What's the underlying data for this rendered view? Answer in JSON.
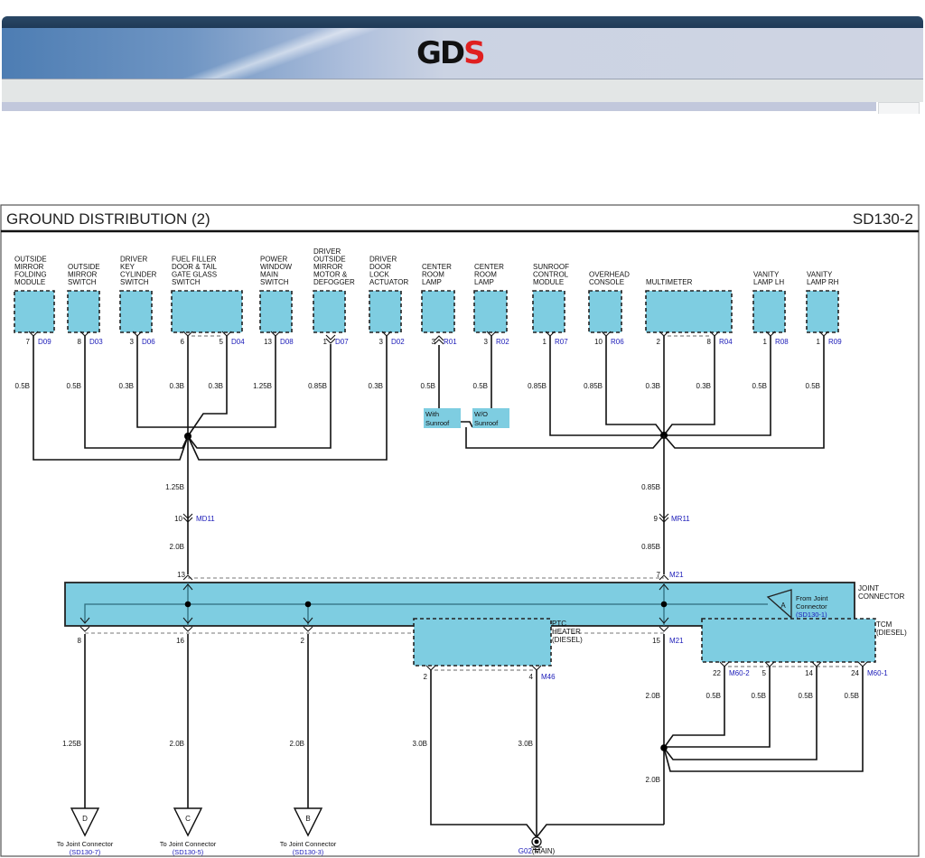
{
  "app": {
    "logo_text": "GD",
    "logo_accent": "S"
  },
  "diagram": {
    "title": "GROUND DISTRIBUTION (2)",
    "code": "SD130-2",
    "colors": {
      "component_fill": "#7ecde1",
      "connector_text": "#1a1ab8",
      "wire": "#111111"
    },
    "components": [
      {
        "id": "d09",
        "name": [
          "OUTSIDE",
          "MIRROR",
          "FOLDING",
          "MODULE"
        ],
        "pins": [
          "7"
        ],
        "connector": "D09",
        "wires": [
          "0.5B"
        ]
      },
      {
        "id": "d03",
        "name": [
          "OUTSIDE",
          "MIRROR",
          "SWITCH"
        ],
        "pins": [
          "8"
        ],
        "connector": "D03",
        "wires": [
          "0.5B"
        ]
      },
      {
        "id": "d06",
        "name": [
          "DRIVER",
          "KEY",
          "CYLINDER",
          "SWITCH"
        ],
        "pins": [
          "3"
        ],
        "connector": "D06",
        "wires": [
          "0.3B"
        ]
      },
      {
        "id": "d04",
        "name": [
          "FUEL FILLER",
          "DOOR & TAIL",
          "GATE GLASS",
          "SWITCH"
        ],
        "pins": [
          "6",
          "5"
        ],
        "connector": "D04",
        "wires": [
          "0.3B",
          "0.3B"
        ]
      },
      {
        "id": "d08",
        "name": [
          "POWER",
          "WINDOW",
          "MAIN",
          "SWITCH"
        ],
        "pins": [
          "13"
        ],
        "connector": "D08",
        "wires": [
          "1.25B"
        ]
      },
      {
        "id": "d07",
        "name": [
          "DRIVER",
          "OUTSIDE",
          "MIRROR",
          "MOTOR &",
          "DEFOGGER"
        ],
        "pins": [
          "1"
        ],
        "connector": "D07",
        "wires": [
          "0.85B"
        ]
      },
      {
        "id": "d02",
        "name": [
          "DRIVER",
          "DOOR",
          "LOCK",
          "ACTUATOR"
        ],
        "pins": [
          "3"
        ],
        "connector": "D02",
        "wires": [
          "0.3B"
        ]
      },
      {
        "id": "r01",
        "name": [
          "CENTER",
          "ROOM",
          "LAMP"
        ],
        "pins": [
          "3"
        ],
        "connector": "R01",
        "wires": [
          "0.5B"
        ]
      },
      {
        "id": "r02",
        "name": [
          "CENTER",
          "ROOM",
          "LAMP"
        ],
        "pins": [
          "3"
        ],
        "connector": "R02",
        "wires": [
          "0.5B"
        ]
      },
      {
        "id": "r07",
        "name": [
          "SUNROOF",
          "CONTROL",
          "MODULE"
        ],
        "pins": [
          "1"
        ],
        "connector": "R07",
        "wires": [
          "0.85B"
        ]
      },
      {
        "id": "r06",
        "name": [
          "OVERHEAD",
          "CONSOLE"
        ],
        "pins": [
          "10"
        ],
        "connector": "R06",
        "wires": [
          "0.85B"
        ]
      },
      {
        "id": "r04",
        "name": [
          "MULTIMETER"
        ],
        "pins": [
          "2",
          "8"
        ],
        "connector": "R04",
        "wires": [
          "0.3B",
          "0.3B"
        ]
      },
      {
        "id": "r08",
        "name": [
          "VANITY",
          "LAMP LH"
        ],
        "pins": [
          "1"
        ],
        "connector": "R08",
        "wires": [
          "0.5B"
        ]
      },
      {
        "id": "r09",
        "name": [
          "VANITY",
          "LAMP RH"
        ],
        "pins": [
          "1"
        ],
        "connector": "R09",
        "wires": [
          "0.5B"
        ]
      }
    ],
    "options": {
      "with_sunroof": [
        "With",
        "Sunroof"
      ],
      "without_sunroof": [
        "W/O",
        "Sunroof"
      ]
    },
    "left_trunk": {
      "wire_upper": "1.25B",
      "pin": "10",
      "connector": "MD11",
      "wire_lower": "2.0B",
      "jc_pin": "13"
    },
    "right_trunk": {
      "wire_upper": "0.85B",
      "pin": "9",
      "connector": "MR11",
      "wire_lower": "0.85B",
      "jc_pin": "7",
      "jc_connector": "M21"
    },
    "joint_connector": {
      "label": [
        "JOINT",
        "CONNECTOR"
      ],
      "from": {
        "letter": "A",
        "text": [
          "From Joint",
          "Connector"
        ],
        "ref": "(SD130-1)"
      },
      "bottom_pins": [
        "8",
        "16",
        "2",
        "15"
      ],
      "bottom_connector": "M21"
    },
    "outputs": [
      {
        "wire": "1.25B",
        "letter": "D",
        "text": "To Joint Connector",
        "ref": "(SD130-7)"
      },
      {
        "wire": "2.0B",
        "letter": "C",
        "text": "To Joint Connector",
        "ref": "(SD130-5)"
      },
      {
        "wire": "2.0B",
        "letter": "B",
        "text": "To Joint Connector",
        "ref": "(SD130-3)"
      }
    ],
    "ptc_heater": {
      "name": [
        "PTC",
        "HEATER",
        "(DIESEL)"
      ],
      "pins": [
        "2",
        "4"
      ],
      "connector": "M46",
      "wires": [
        "3.0B",
        "3.0B"
      ]
    },
    "tcm": {
      "name": [
        "TCM",
        "(DIESEL)"
      ],
      "pins": [
        "22",
        "5",
        "14",
        "24"
      ],
      "connector_left": "M60-2",
      "connector_right": "M60-1",
      "wires": [
        "0.5B",
        "0.5B",
        "0.5B",
        "0.5B"
      ]
    },
    "m21_wires": {
      "upper": "2.0B",
      "lower": "2.0B"
    },
    "ground": {
      "code": "G02",
      "suffix": "(MAIN)"
    }
  }
}
